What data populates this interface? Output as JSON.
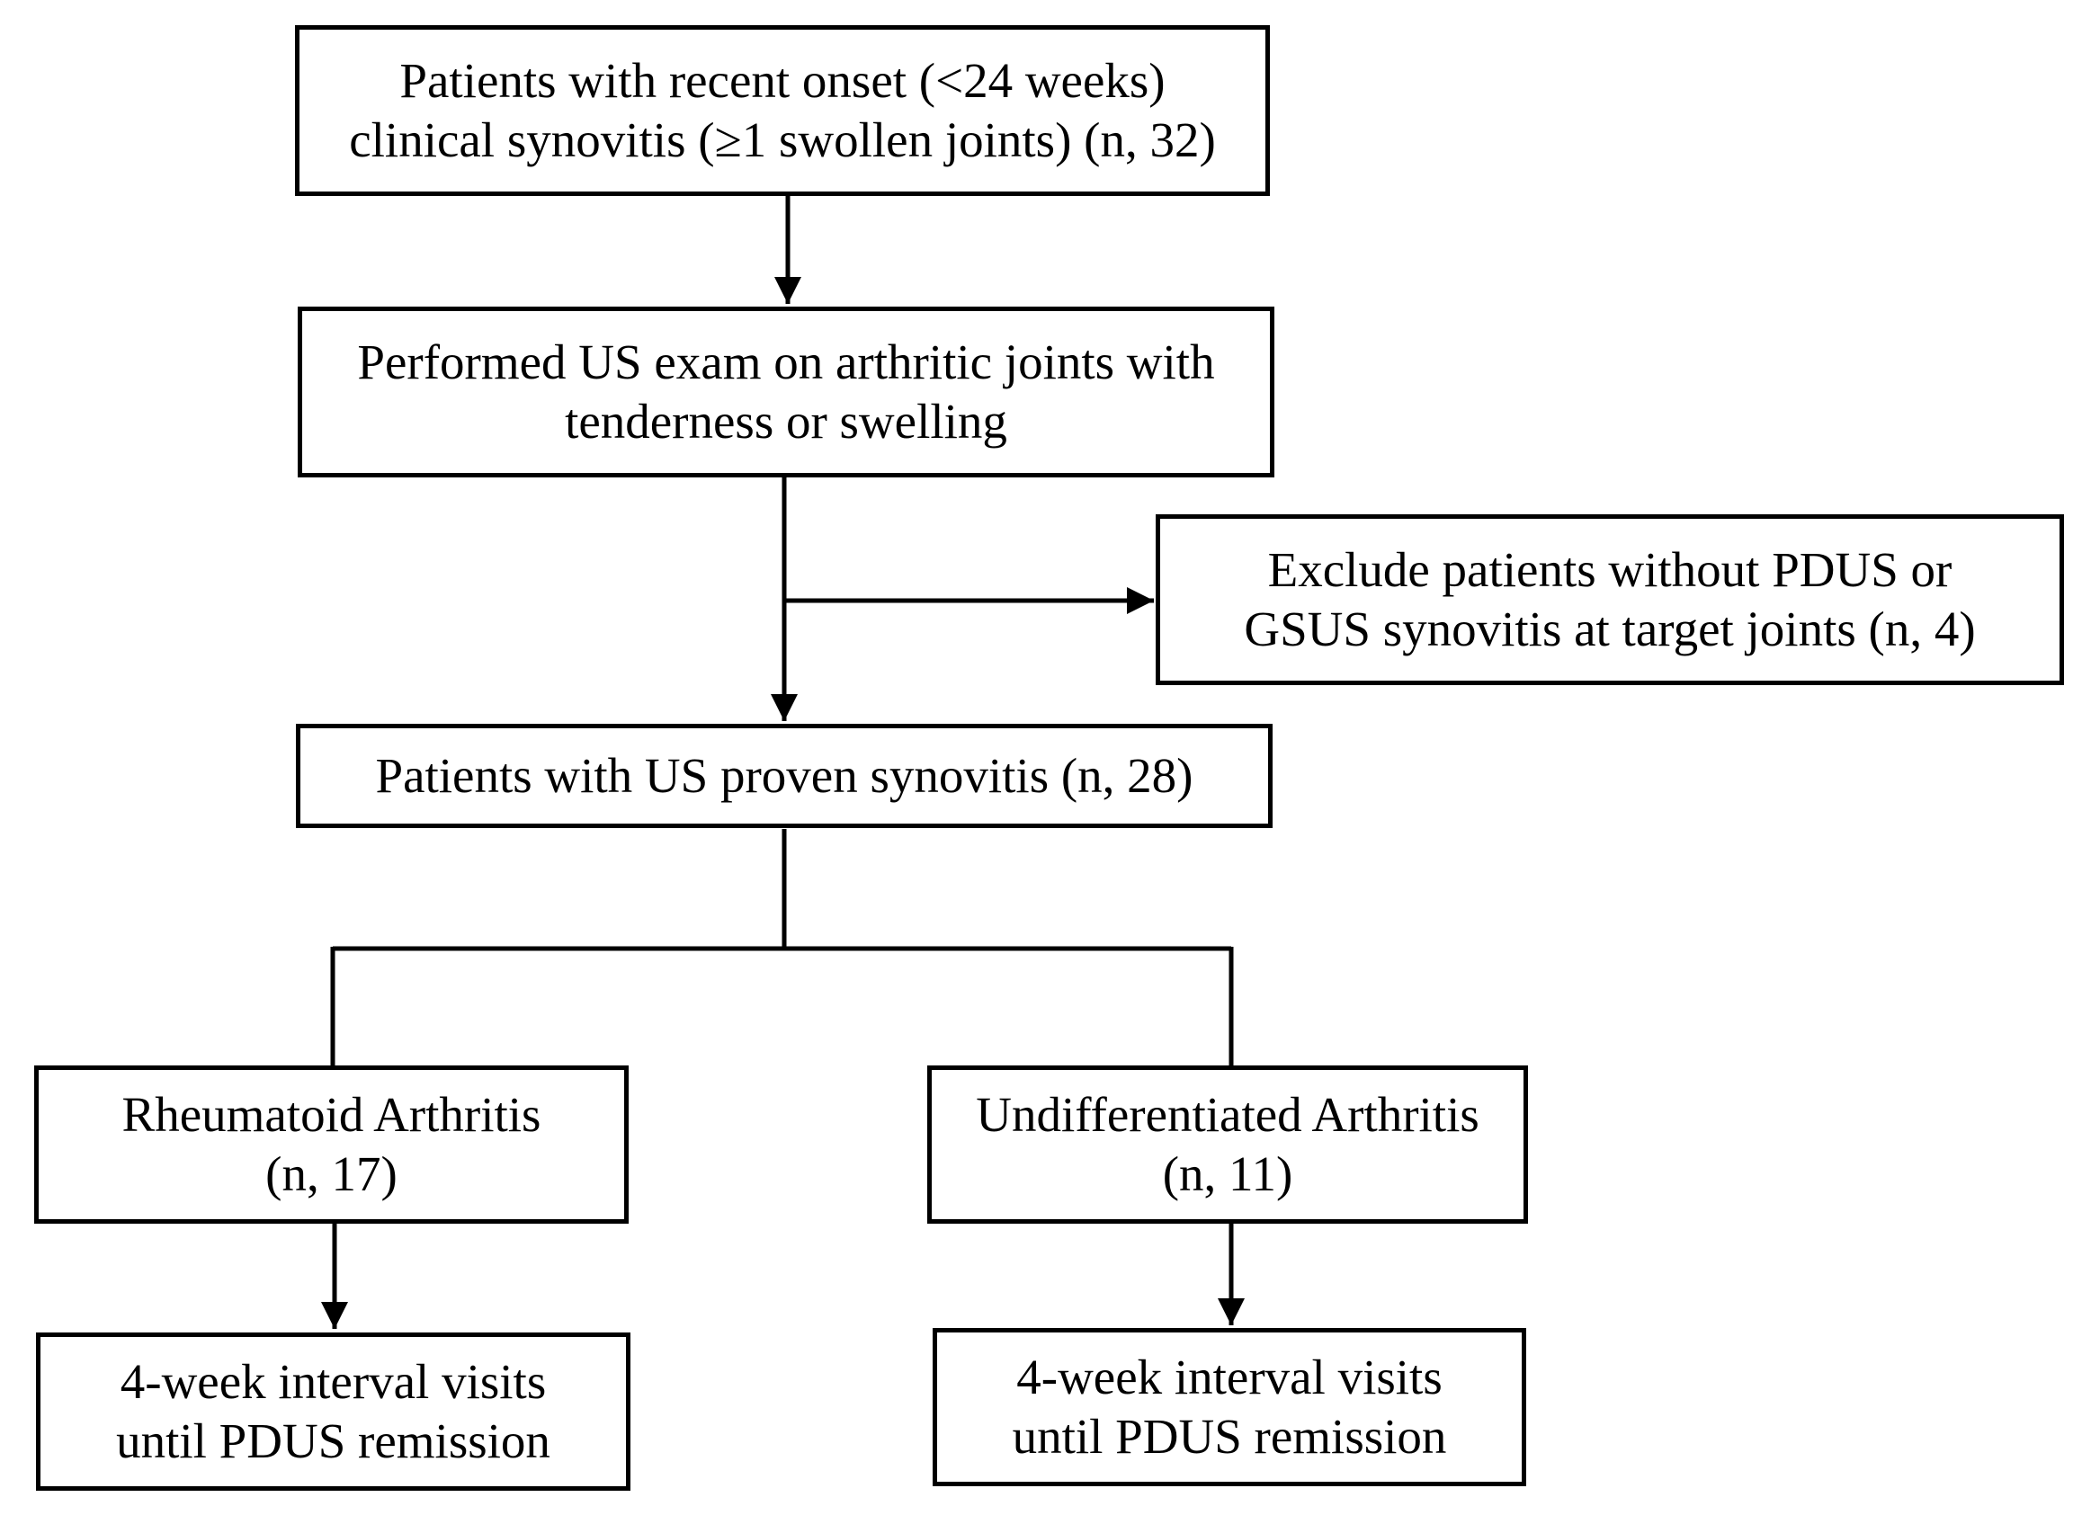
{
  "boxes": {
    "enrolled": {
      "line1": "Patients with recent onset (<24 weeks)",
      "line2": "clinical synovitis (≥1 swollen joints) (n, 32)"
    },
    "us_exam": {
      "line1": "Performed US exam on arthritic joints with",
      "line2": "tenderness or swelling"
    },
    "excluded": {
      "line1": "Exclude patients without PDUS or",
      "line2": "GSUS synovitis at target joints (n, 4)"
    },
    "us_proven": {
      "line1": "Patients with US proven synovitis (n, 28)"
    },
    "ra": {
      "line1": "Rheumatoid Arthritis",
      "line2": "(n, 17)"
    },
    "ua": {
      "line1": "Undifferentiated Arthritis",
      "line2": "(n, 11)"
    },
    "ra_followup": {
      "line1": "4-week interval visits",
      "line2": "until PDUS remission"
    },
    "ua_followup": {
      "line1": "4-week interval visits",
      "line2": "until PDUS remission"
    }
  }
}
